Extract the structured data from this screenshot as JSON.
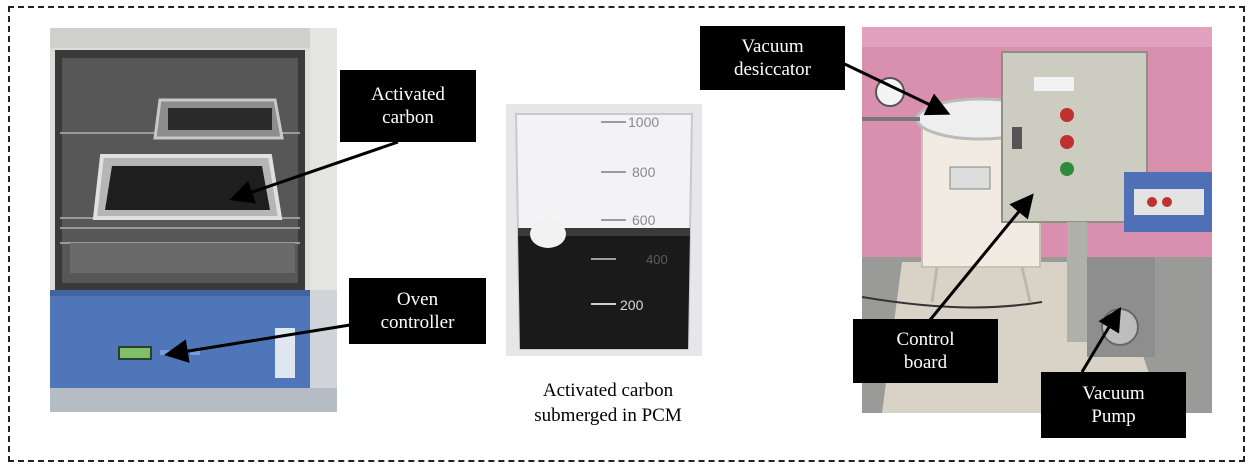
{
  "labels": {
    "activated_carbon": [
      "Activated",
      "carbon"
    ],
    "oven_controller": [
      "Oven",
      "controller"
    ],
    "vacuum_desiccator": [
      "Vacuum",
      "desiccator"
    ],
    "control_board": [
      "Control",
      "board"
    ],
    "vacuum_pump": [
      "Vacuum",
      "Pump"
    ]
  },
  "caption": [
    "Activated carbon",
    "submerged in PCM"
  ],
  "beaker_marks": [
    "1000",
    "800",
    "600",
    "400",
    "200"
  ],
  "colors": {
    "label_bg": "#000000",
    "label_text": "#ffffff",
    "frame": "#222222",
    "wall_pink": "#d98fae"
  }
}
